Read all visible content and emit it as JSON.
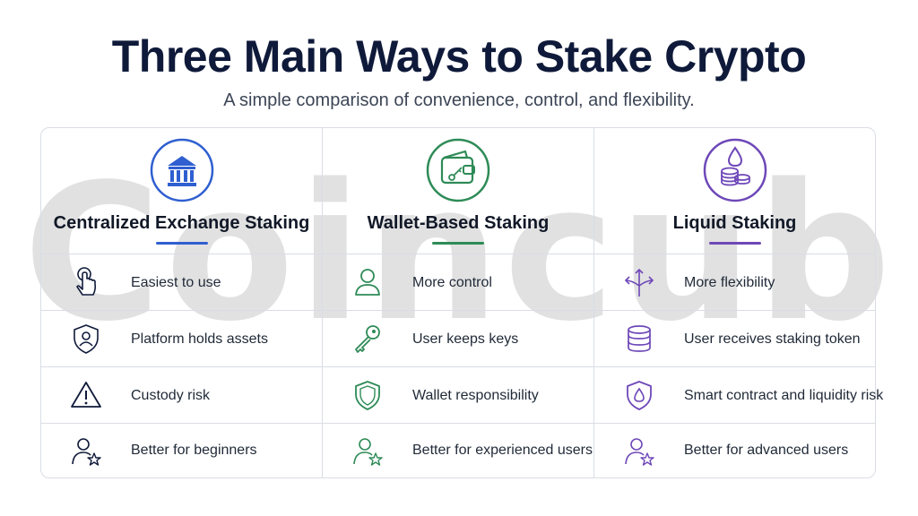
{
  "watermark": "Coincub",
  "title": "Three Main Ways to Stake Crypto",
  "subtitle": "A simple comparison of convenience, control, and flexibility.",
  "colors": {
    "blue": "#2f5fd0",
    "green": "#2e8b57",
    "purple": "#6e48b8",
    "text": "#0f1a3a"
  },
  "columns": [
    {
      "title": "Centralized Exchange Staking",
      "header_icon": "bank-icon",
      "rows": [
        {
          "icon": "pointer-hand-icon",
          "text": "Easiest to use"
        },
        {
          "icon": "shield-user-icon",
          "text": "Platform holds assets"
        },
        {
          "icon": "warning-icon",
          "text": "Custody risk"
        },
        {
          "icon": "user-star-icon",
          "text": "Better for beginners"
        }
      ]
    },
    {
      "title": "Wallet-Based Staking",
      "header_icon": "wallet-key-icon",
      "rows": [
        {
          "icon": "user-icon",
          "text": "More control"
        },
        {
          "icon": "key-icon",
          "text": "User keeps keys"
        },
        {
          "icon": "shield-icon",
          "text": "Wallet responsibility"
        },
        {
          "icon": "user-star-icon",
          "text": "Better for experienced users"
        }
      ]
    },
    {
      "title": "Liquid Staking",
      "header_icon": "droplet-coins-icon",
      "rows": [
        {
          "icon": "arrows-split-icon",
          "text": "More flexibility"
        },
        {
          "icon": "coins-stack-icon",
          "text": "User receives staking token"
        },
        {
          "icon": "shield-drop-icon",
          "text": "Smart contract and liquidity risk"
        },
        {
          "icon": "user-star-icon",
          "text": "Better for advanced users"
        }
      ]
    }
  ]
}
